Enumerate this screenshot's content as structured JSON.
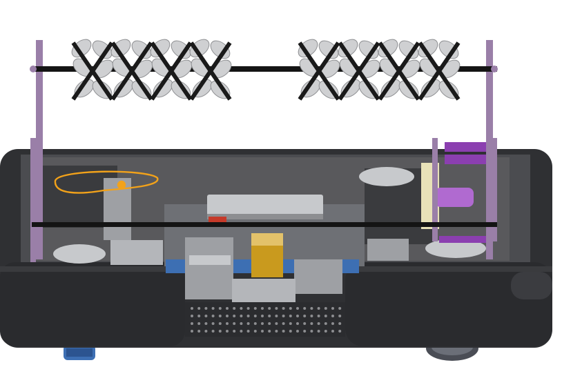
{
  "scene": {
    "subject": "robot-cad-render",
    "colors": {
      "background": "#ffffff",
      "chassis": "#2f3033",
      "chassis_light": "#4b4c50",
      "chassis_inner": "#59595c",
      "bumper": "#2a2b2e",
      "shaft": "#141414",
      "plate": "#9a7fa8",
      "purple": "#8b3fb0",
      "purple_light": "#b06ad0",
      "roller": "#cfd0d2",
      "roller_dark": "#8d8e91",
      "band": "#1a1a1a",
      "yellow": "#c99a1e",
      "blue": "#3d6fb3",
      "beige": "#e8e2b8",
      "orange_sketch": "#f2a21a",
      "grey_part": "#9ea0a4",
      "grey_light": "#c7c9cc"
    },
    "intake": {
      "left_roller_count": 4,
      "right_roller_count": 4
    }
  }
}
